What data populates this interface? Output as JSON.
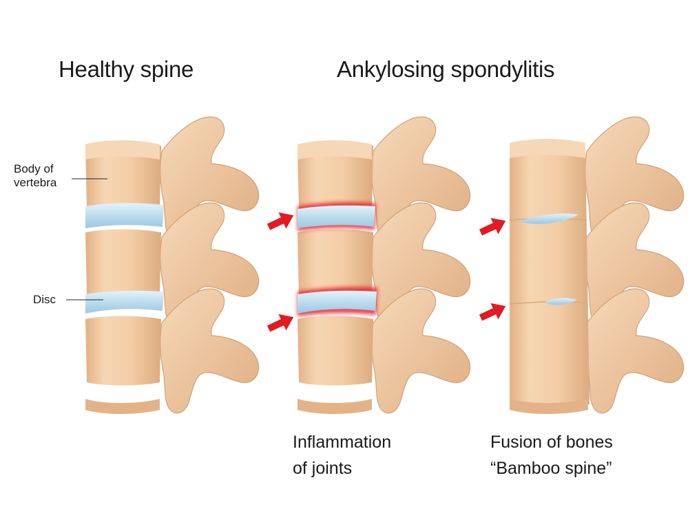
{
  "titles": {
    "healthy": "Healthy spine",
    "disease": "Ankylosing spondylitis"
  },
  "labels": {
    "body_of_vertebra_line1": "Body of",
    "body_of_vertebra_line2": "vertebra",
    "disc": "Disc"
  },
  "captions": {
    "inflammation_line1": "Inflammation",
    "inflammation_line2": "of joints",
    "fusion_line1": "Fusion of bones",
    "fusion_line2": "“Bamboo spine”"
  },
  "colors": {
    "bone": "#f2c9a0",
    "bone_shadow": "#d8a77a",
    "disc": "#bcdcee",
    "inflammation": "#e8202a",
    "arrow": "#e11b22"
  }
}
